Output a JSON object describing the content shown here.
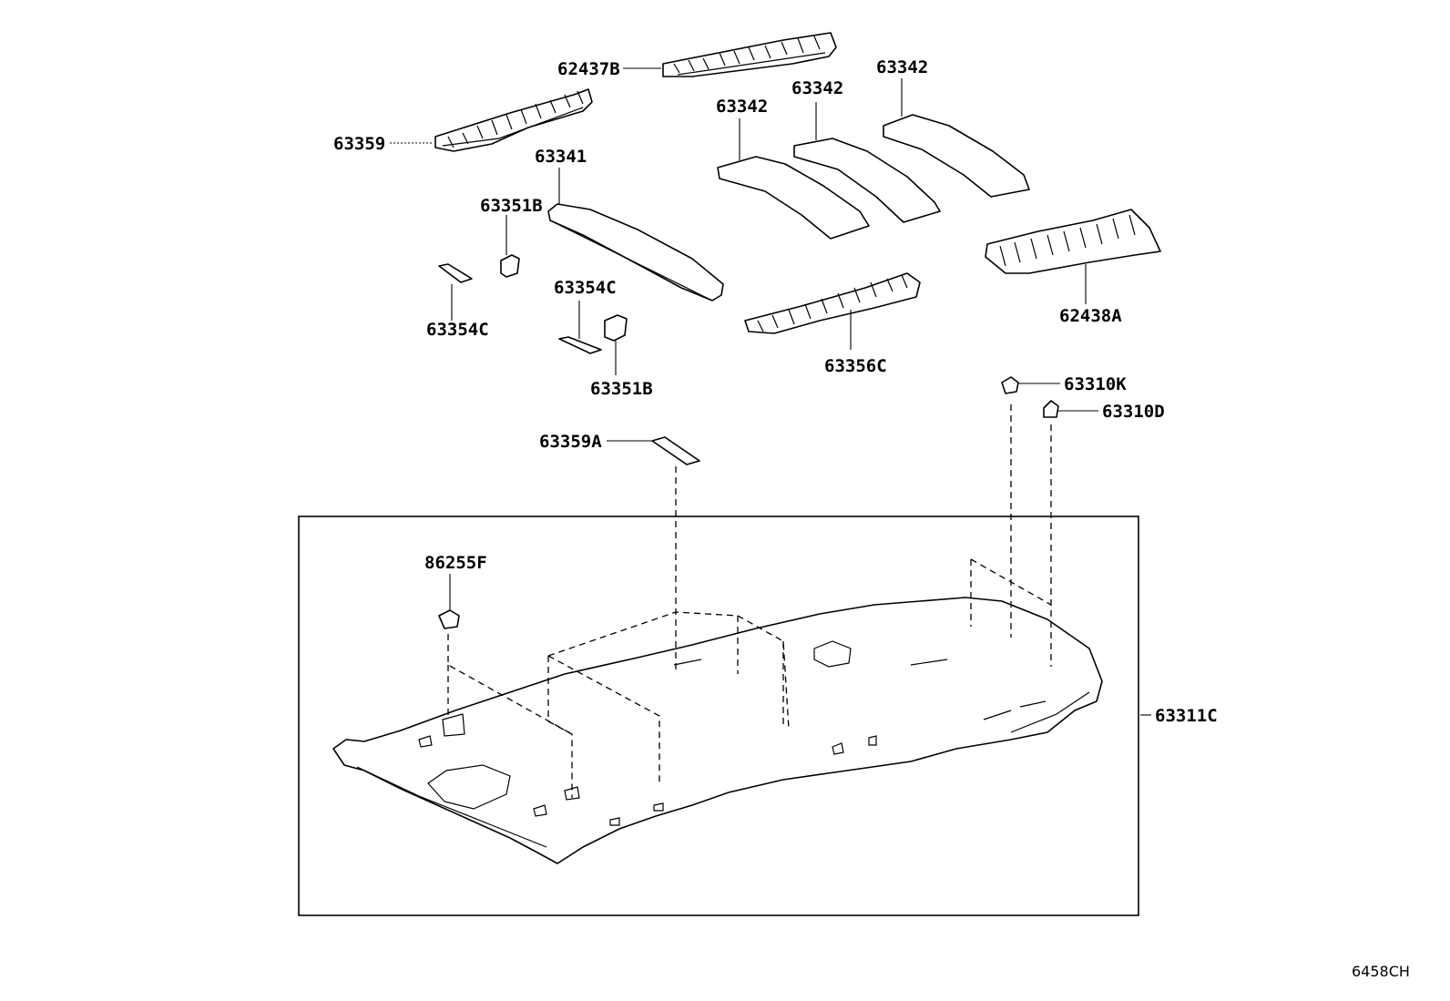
{
  "labels": {
    "l_62437B": "62437B",
    "l_63359": "63359",
    "l_63341": "63341",
    "l_63342a": "63342",
    "l_63342b": "63342",
    "l_63342c": "63342",
    "l_63351B_top": "63351B",
    "l_63354C_left": "63354C",
    "l_63354C_mid": "63354C",
    "l_63351B_bot": "63351B",
    "l_63356C": "63356C",
    "l_62438A": "62438A",
    "l_63310K": "63310K",
    "l_63310D": "63310D",
    "l_63359A": "63359A",
    "l_86255F": "86255F",
    "l_63311C": "63311C"
  },
  "diagram_code": "6458CH"
}
